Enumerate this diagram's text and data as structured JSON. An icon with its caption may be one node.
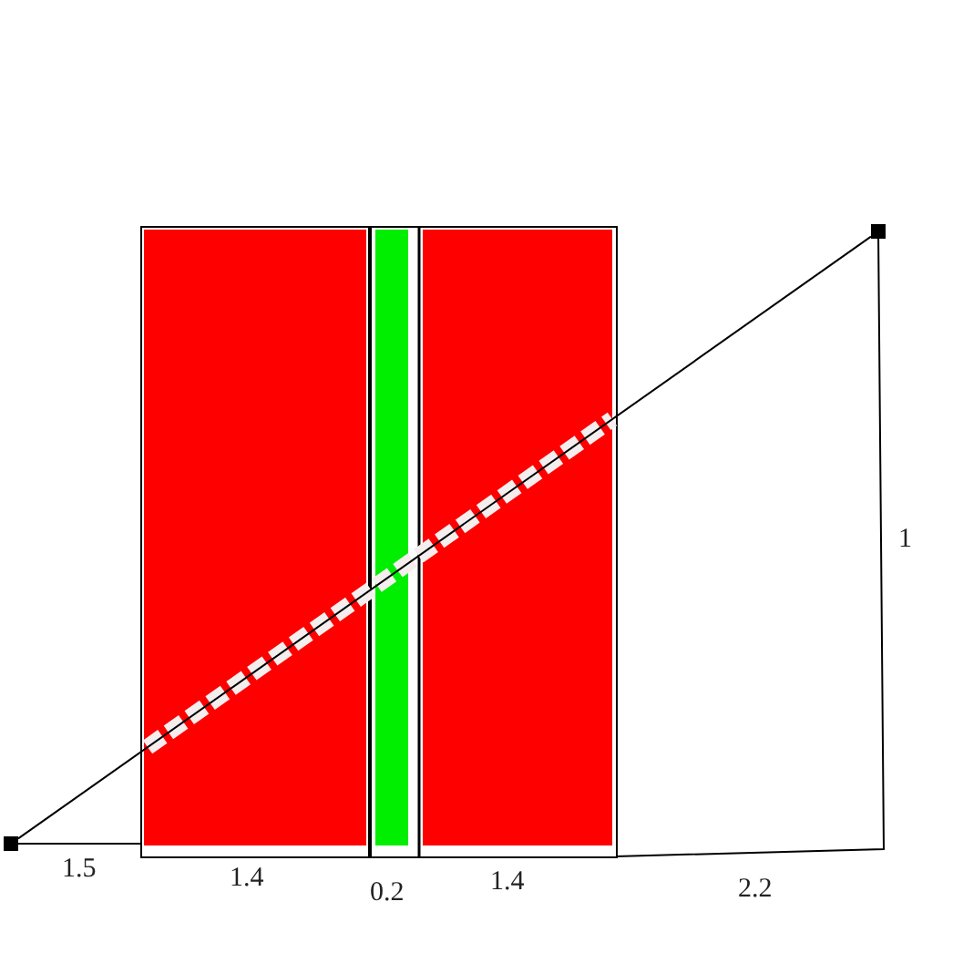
{
  "diagram": {
    "nodes": [
      {
        "text": [],
        "shape": "box"
      },
      {
        "text": [],
        "shape": "box"
      }
    ],
    "edges": [
      {
        "from": 0,
        "to": 1,
        "arrow": "none"
      }
    ],
    "labels": [
      "1.5",
      "1.4",
      "0.2",
      "1.4",
      "2.2",
      "1"
    ]
  }
}
